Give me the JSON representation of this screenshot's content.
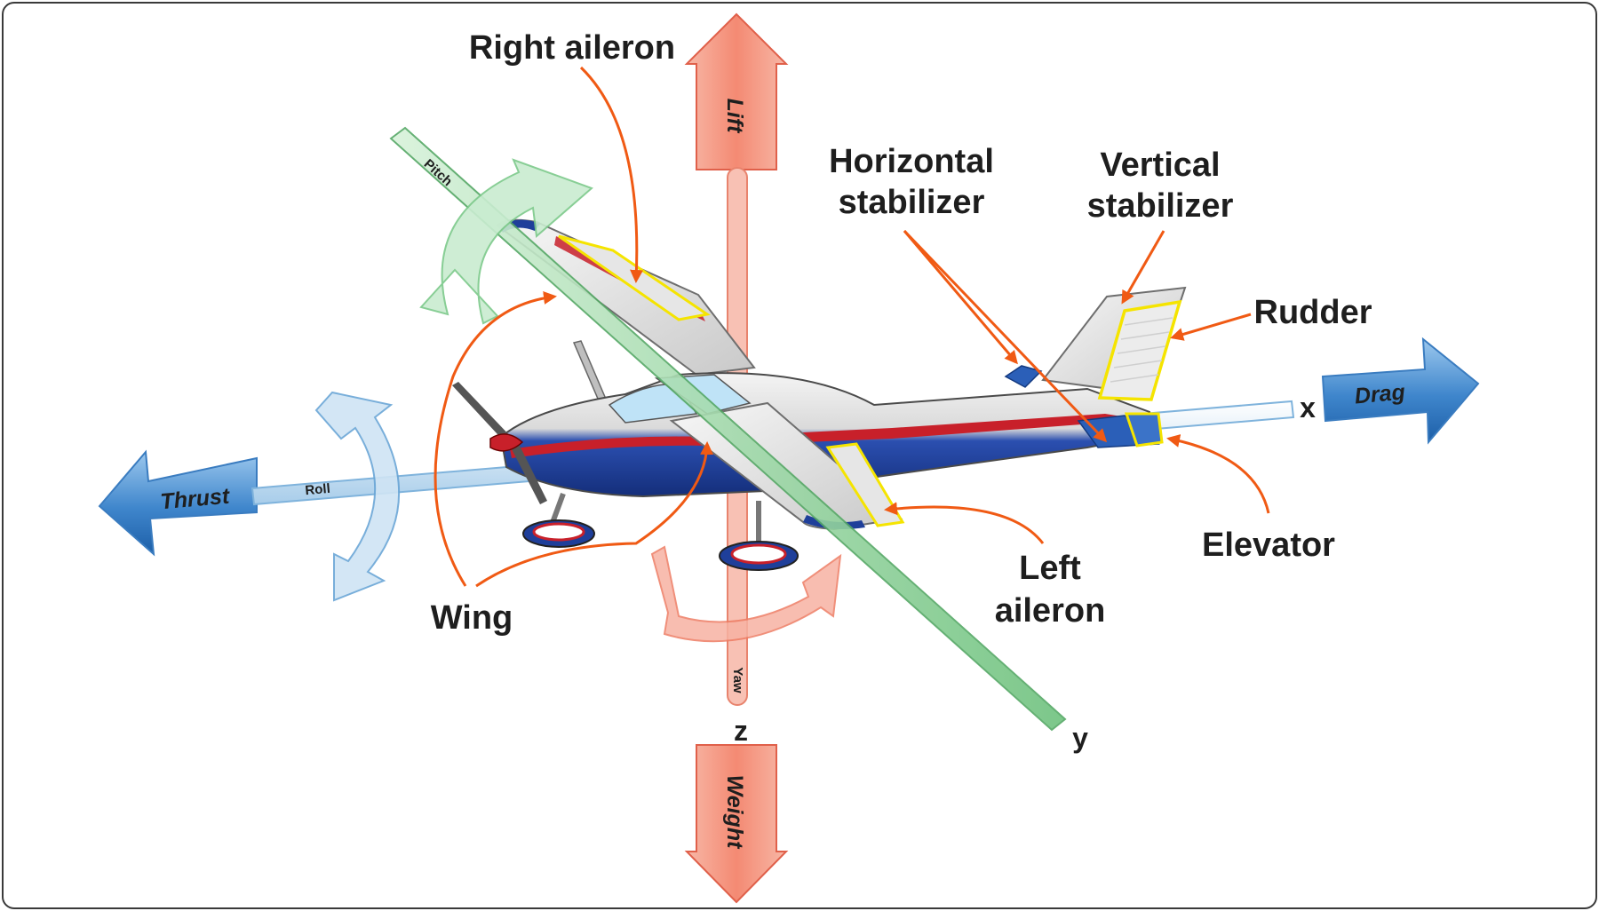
{
  "labels": {
    "right_aileron": "Right aileron",
    "horizontal_stabilizer": [
      "Horizontal",
      "stabilizer"
    ],
    "vertical_stabilizer": [
      "Vertical",
      "stabilizer"
    ],
    "rudder": "Rudder",
    "elevator": "Elevator",
    "left_aileron": [
      "Left",
      "aileron"
    ],
    "wing": "Wing"
  },
  "forces": {
    "lift": "Lift",
    "weight": "Weight",
    "thrust": "Thrust",
    "drag": "Drag"
  },
  "axes": {
    "x": "x",
    "y": "y",
    "z": "z",
    "roll": "Roll",
    "pitch": "Pitch",
    "yaw": "Yaw"
  },
  "colors": {
    "lift_weight": "#f4a08e",
    "thrust_drag": "#4a8fcf",
    "pitch_axis": "#7cc98a",
    "roll_axis": "#cfe4f4",
    "callout_line": "#f05a14",
    "highlight": "#f5e400",
    "fuselage_blue": "#1f3f9a",
    "stripe_red": "#c8202a"
  }
}
